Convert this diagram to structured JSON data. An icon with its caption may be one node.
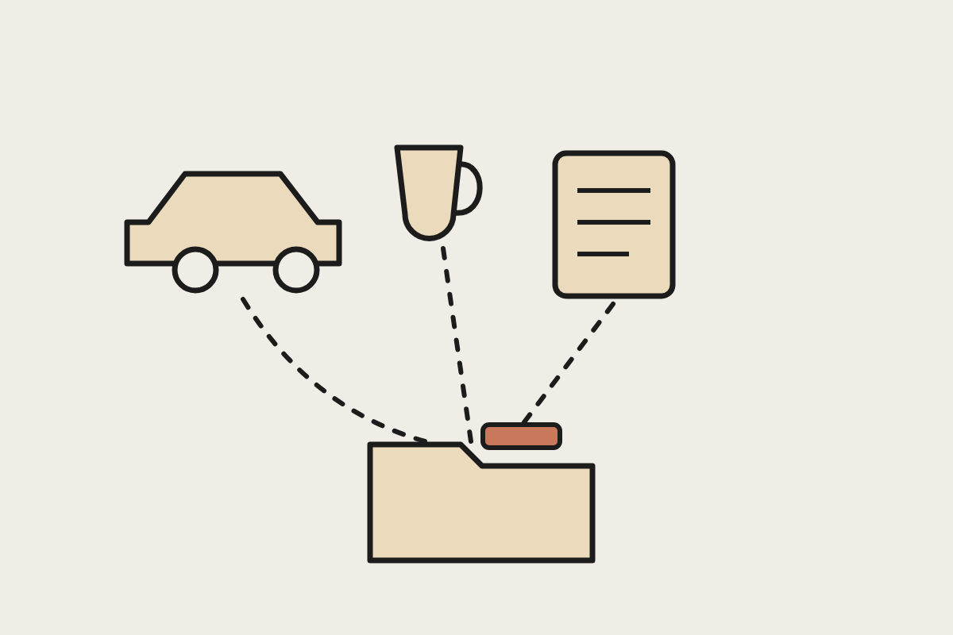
{
  "diagram": {
    "nodes": [
      {
        "text": [],
        "shape": "car"
      },
      {
        "text": [],
        "shape": "mug"
      },
      {
        "text": [],
        "shape": "document"
      },
      {
        "text": [],
        "shape": "folder"
      },
      {
        "text": [],
        "shape": "box"
      }
    ],
    "edges": [
      {
        "from": 0,
        "to": 3,
        "arrow": "none",
        "style": "dashed"
      },
      {
        "from": 1,
        "to": 3,
        "arrow": "none",
        "style": "dashed"
      },
      {
        "from": 2,
        "to": 4,
        "arrow": "none",
        "style": "dashed"
      }
    ]
  }
}
